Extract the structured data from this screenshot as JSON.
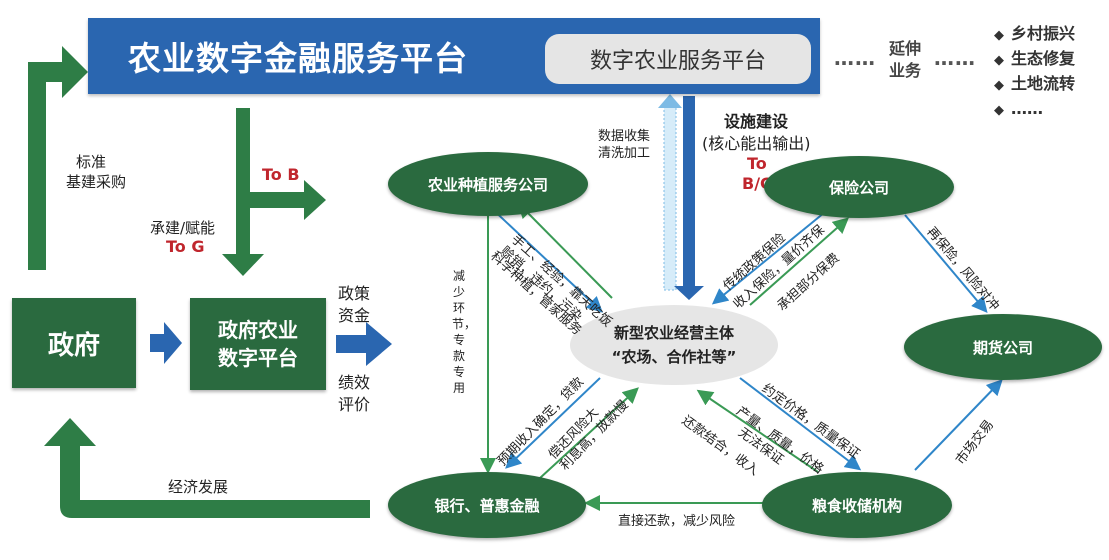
{
  "title": "农业数字金融服务平台",
  "service_platform": "数字农业服务平台",
  "extension": {
    "label_line1": "延伸",
    "label_line2": "业务",
    "dots_left": "……",
    "dots_right": "……",
    "items": [
      "乡村振兴",
      "生态修复",
      "土地流转",
      "……"
    ]
  },
  "government": "政府",
  "gov_platform": {
    "line1": "政府农业",
    "line2": "数字平台"
  },
  "center": {
    "line1": "新型农业经营主体",
    "line2": "“农场、合作社等”"
  },
  "nodes": {
    "planting": "农业种植服务公司",
    "insurance": "保险公司",
    "futures": "期货公司",
    "bank": "银行、普惠金融",
    "grain": "粮食收储机构"
  },
  "labels": {
    "standard": {
      "line1": "标准",
      "line2": "基建采购"
    },
    "build": "承建/赋能",
    "to_g": "To G",
    "to_b": "To B",
    "policy": {
      "line1": "政策",
      "line2": "资金"
    },
    "performance": {
      "line1": "绩效",
      "line2": "评价"
    },
    "economic": "经济发展",
    "data_collect": {
      "line1": "数据收集",
      "line2": "清洗加工"
    },
    "facility": "设施建设",
    "core": "(核心能出输出)",
    "to_bc": {
      "line1": "To",
      "line2": "B/C"
    },
    "reduce": "减少环节，专款专用",
    "manual": {
      "line1": "手工、经验，靠天吃饭",
      "line2": "赊销，违约，污染"
    },
    "science": "科学种植，管家服务",
    "traditional": "传统政策保险",
    "income_ins": "收入保险，量价齐保",
    "partial": "承担部分保费",
    "reinsure": "再保险，风险对冲",
    "market": "市场交易",
    "fixed_price": "约定价格，质量保证",
    "output": {
      "line1": "产量、质量，价格",
      "line2": "无法保证"
    },
    "repay_combine": "还款结合，收入",
    "predict_loan": "预期收入确定，贷款",
    "risk_high": {
      "line1": "偿还风险大",
      "line2": "利息高，放款慢"
    },
    "direct": "直接还款，减少风险"
  },
  "colors": {
    "banner": "#2a66b0",
    "green": "#2a6a3f",
    "arrow_green": "#2e7d46",
    "arrow_blue": "#2f86c9",
    "red": "#c0262d"
  }
}
